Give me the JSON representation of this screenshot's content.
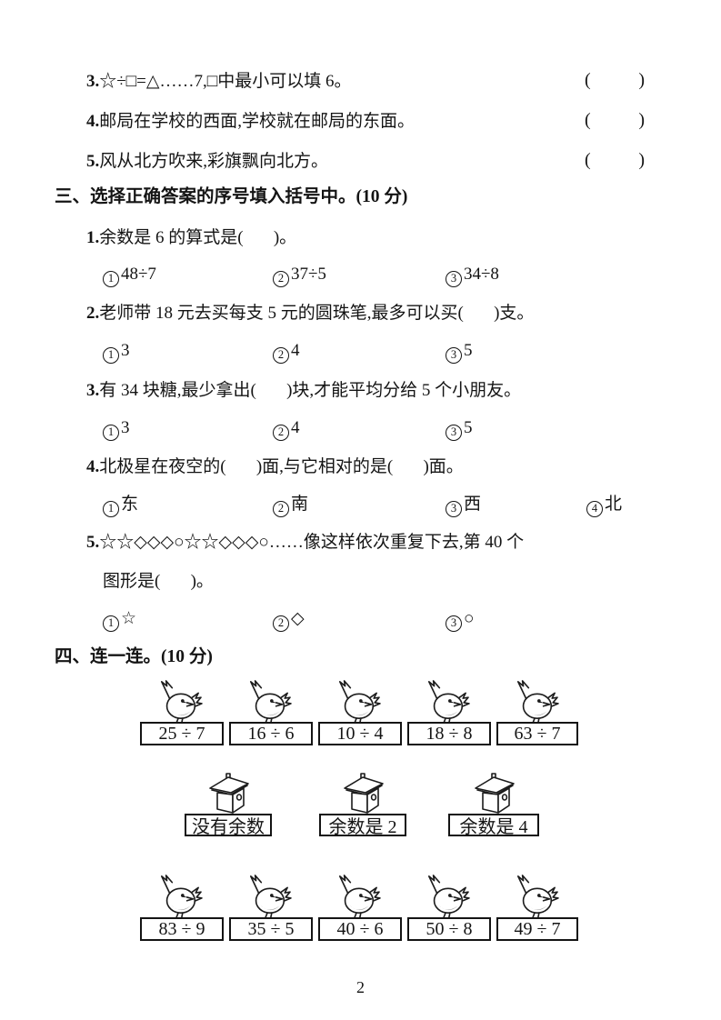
{
  "paren": {
    "open": "(",
    "close": ")"
  },
  "judge": {
    "items": [
      {
        "num": "3.",
        "text": "☆÷□=△……7,□中最小可以填 6。"
      },
      {
        "num": "4.",
        "text": "邮局在学校的西面,学校就在邮局的东面。"
      },
      {
        "num": "5.",
        "text": "风从北方吹来,彩旗飘向北方。"
      }
    ]
  },
  "section3": {
    "title": "三、选择正确答案的序号填入括号中。(10 分)",
    "questions": [
      {
        "num": "1.",
        "text": "余数是 6 的算式是(       )。",
        "options": [
          {
            "marker": "1",
            "label": "48÷7"
          },
          {
            "marker": "2",
            "label": "37÷5"
          },
          {
            "marker": "3",
            "label": "34÷8"
          }
        ]
      },
      {
        "num": "2.",
        "text": "老师带 18 元去买每支 5 元的圆珠笔,最多可以买(       )支。",
        "options": [
          {
            "marker": "1",
            "label": "3"
          },
          {
            "marker": "2",
            "label": "4"
          },
          {
            "marker": "3",
            "label": "5"
          }
        ]
      },
      {
        "num": "3.",
        "text": "有 34 块糖,最少拿出(       )块,才能平均分给 5 个小朋友。",
        "options": [
          {
            "marker": "1",
            "label": "3"
          },
          {
            "marker": "2",
            "label": "4"
          },
          {
            "marker": "3",
            "label": "5"
          }
        ]
      },
      {
        "num": "4.",
        "text": "北极星在夜空的(       )面,与它相对的是(       )面。",
        "options": [
          {
            "marker": "1",
            "label": "东"
          },
          {
            "marker": "2",
            "label": "南"
          },
          {
            "marker": "3",
            "label": "西"
          },
          {
            "marker": "4",
            "label": "北"
          }
        ]
      },
      {
        "num": "5.",
        "text_line1": "☆☆◇◇◇○☆☆◇◇◇○……像这样依次重复下去,第 40 个",
        "text_line2": "图形是(       )。",
        "options": [
          {
            "marker": "1",
            "label": "☆"
          },
          {
            "marker": "2",
            "label": "◇"
          },
          {
            "marker": "3",
            "label": "○"
          }
        ]
      }
    ]
  },
  "section4": {
    "title": "四、连一连。(10 分)",
    "top_row": [
      "25 ÷ 7",
      "16 ÷ 6",
      "10 ÷ 4",
      "18 ÷ 8",
      "63 ÷ 7"
    ],
    "middle_row": [
      "没有余数",
      "余数是 2",
      "余数是 4"
    ],
    "bottom_row": [
      "83 ÷ 9",
      "35 ÷ 5",
      "40 ÷ 6",
      "50 ÷ 8",
      "49 ÷ 7"
    ],
    "icons": {
      "expression_rows": "bird",
      "category_row": "birdhouse"
    }
  },
  "footer": {
    "page_number": "2"
  }
}
